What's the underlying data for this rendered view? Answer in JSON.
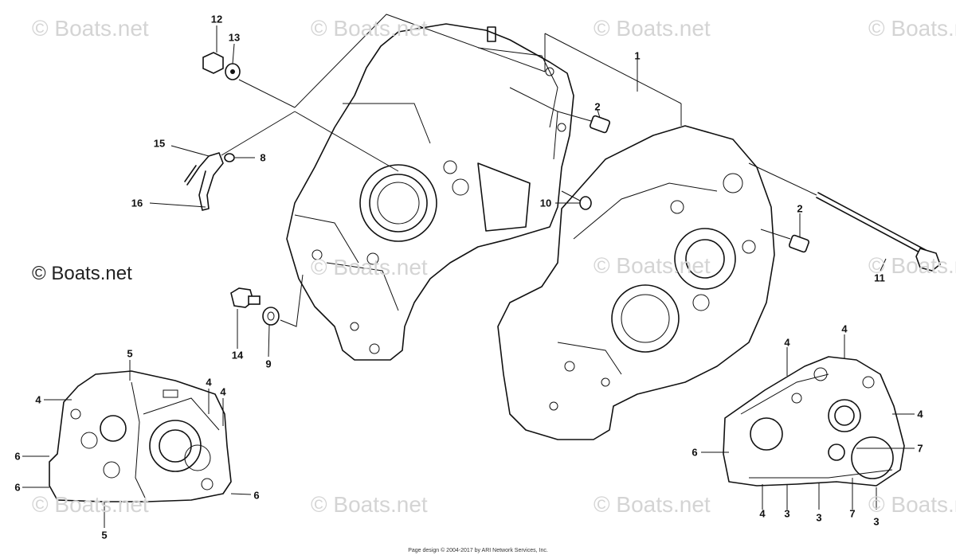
{
  "watermarks": {
    "main_text": "© Boats.net",
    "repeat_text": "© Boats.net"
  },
  "callouts": [
    "1",
    "2",
    "2",
    "3",
    "3",
    "3",
    "4",
    "4",
    "4",
    "4",
    "4",
    "4",
    "4",
    "5",
    "5",
    "6",
    "6",
    "6",
    "6",
    "7",
    "7",
    "8",
    "9",
    "10",
    "11",
    "12",
    "13",
    "14",
    "15",
    "16"
  ],
  "credit": "Page design © 2004-2017 by ARI Network Services, Inc."
}
